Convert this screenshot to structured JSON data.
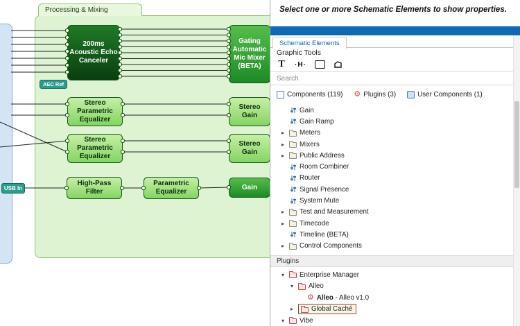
{
  "colors": {
    "accent_blue": "#0e6ab4",
    "block_green_light": "#9bdb77",
    "block_green_dark": "#14571a",
    "io_label_teal": "#2a9d8f",
    "selection_border": "#8b4a2f"
  },
  "schematic": {
    "group_tab": "Processing & Mixing",
    "usb_in": "USB In",
    "aec_ref": "AEC Ref",
    "blocks": {
      "aec": "200ms Acoustic Echo Canceler",
      "eq1": "Stereo Parametric Equalizer",
      "eq2": "Stereo Parametric Equalizer",
      "hpf": "High-Pass Filter",
      "peq": "Parametric Equalizer",
      "gating_mixer": "Gating Automatic Mic Mixer (BETA)",
      "stereo_gain_1": "Stereo Gain",
      "stereo_gain_2": "Stereo Gain",
      "gain": "Gain"
    }
  },
  "panel": {
    "hint": "Select one or more Schematic Elements to show properties.",
    "active_tab": "Schematic Elements",
    "graphic_tools_label": "Graphic Tools",
    "tool_glyphs": {
      "text_tool": "T",
      "label_tool": "·H·"
    },
    "search_placeholder": "Search",
    "library_tabs": [
      {
        "label": "Components (119)"
      },
      {
        "label": "Plugins (3)"
      },
      {
        "label": "User Components (1)"
      }
    ],
    "component_tree": [
      {
        "label": "Gain",
        "type": "component"
      },
      {
        "label": "Gain Ramp",
        "type": "component"
      },
      {
        "label": "Meters",
        "type": "folder",
        "state": "collapsed"
      },
      {
        "label": "Mixers",
        "type": "folder",
        "state": "collapsed"
      },
      {
        "label": "Public Address",
        "type": "folder",
        "state": "collapsed"
      },
      {
        "label": "Room Combiner",
        "type": "component"
      },
      {
        "label": "Router",
        "type": "component"
      },
      {
        "label": "Signal Presence",
        "type": "component"
      },
      {
        "label": "System Mute",
        "type": "component"
      },
      {
        "label": "Test and Measurement",
        "type": "folder",
        "state": "collapsed"
      },
      {
        "label": "Timecode",
        "type": "folder",
        "state": "collapsed"
      },
      {
        "label": "Timeline (BETA)",
        "type": "component"
      },
      {
        "label": "Control Components",
        "type": "folder",
        "state": "collapsed"
      }
    ],
    "plugins_header": "Plugins",
    "plugin_tree": [
      {
        "label": "Enterprise Manager",
        "type": "folder",
        "state": "expanded",
        "indent": 0
      },
      {
        "label": "Alleo",
        "type": "folder",
        "state": "expanded",
        "indent": 1
      },
      {
        "label_bold": "Alleo",
        "label_rest": " - Alleo v1.0",
        "type": "plugin",
        "indent": 2
      },
      {
        "label": "Global Caché",
        "type": "folder",
        "state": "collapsed",
        "indent": 1,
        "selected": true
      },
      {
        "label": "Vibe",
        "type": "folder",
        "state": "expanded",
        "indent": 0
      }
    ]
  }
}
